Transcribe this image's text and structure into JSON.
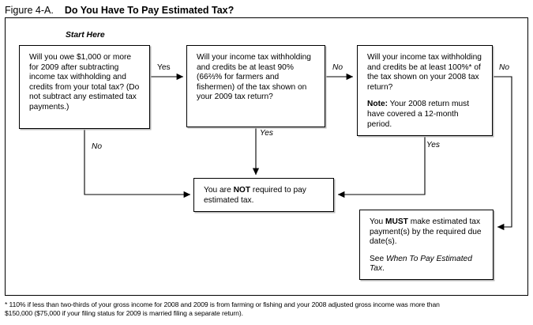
{
  "figure": {
    "label": "Figure 4-A.",
    "title": "Do You Have To Pay Estimated Tax?"
  },
  "start_label": "Start Here",
  "boxes": {
    "q1": {
      "name": "question-1",
      "text": "Will you owe $1,000 or more for 2009 after subtracting income tax withholding and credits from your total tax? (Do not subtract any estimated tax payments.)"
    },
    "q2": {
      "name": "question-2",
      "text_a": "Will your income tax withholding and credits be at least 90% (66",
      "fraction": "⅔",
      "text_b": "% for farmers and fishermen) of the tax shown on your 2009 tax return?"
    },
    "q3": {
      "name": "question-3",
      "text": "Will your income tax withholding and credits be at least 100%* of the tax shown on your 2008 tax return?",
      "note_label": "Note:",
      "note_text": " Your 2008 return must have covered a 12-month period."
    },
    "not_required": {
      "name": "outcome-not-required",
      "text_a": "You are ",
      "emphasis": "NOT",
      "text_b": " required to pay estimated tax."
    },
    "must_pay": {
      "name": "outcome-must-pay",
      "text_a": "You ",
      "emphasis": "MUST",
      "text_b": " make estimated tax payment(s) by the required due date(s).",
      "see_prefix": "See ",
      "see_italic": "When To Pay Estimated Tax",
      "see_suffix": "."
    }
  },
  "edges": {
    "yes1": "Yes",
    "no1": "No",
    "no2": "No",
    "yes2": "Yes",
    "no3": "No",
    "yes3": "Yes"
  },
  "footnote": {
    "line1": "*  110% if less than two-thirds of your gross income for 2008 and 2009 is from farming or fishing and your 2008 adjusted gross income was more than",
    "line2": "$150,000 ($75,000 if your filing status for 2009 is married filing a separate return)."
  },
  "colors": {
    "ink": "#000000",
    "paper": "#ffffff",
    "shadow": "#b8b8b8"
  }
}
